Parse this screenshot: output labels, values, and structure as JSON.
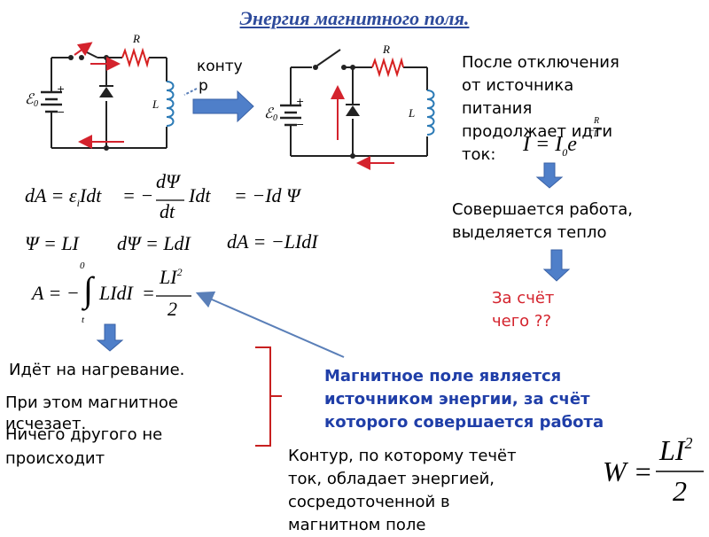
{
  "title": "Энергия магнитного поля.",
  "circuit1": {
    "label_R": "R",
    "label_L": "L",
    "label_E": "ℰ",
    "label_E_sub": "0",
    "plus": "+",
    "minus": "−"
  },
  "circuit2": {
    "label_R": "R",
    "label_L": "L",
    "label_E": "ℰ",
    "label_E_sub": "0",
    "plus": "+",
    "minus": "−"
  },
  "kontur": {
    "line1": "конту",
    "line2": "р"
  },
  "right_note": {
    "lines": [
      "После отключения",
      "от источника",
      "питания",
      "продолжает идти",
      "ток:"
    ],
    "formula_I": "I = I",
    "formula_sub": "0",
    "formula_e": "e",
    "formula_exp_num": "R",
    "formula_exp_den": "L",
    "formula_exp_sign": "−"
  },
  "work": {
    "line1": "Совершается работа,",
    "line2": "выделяется  тепло"
  },
  "question": {
    "line1": "За счёт",
    "line2": "чего ??"
  },
  "equations": {
    "eq1_a": "dA = ε",
    "eq1_sub": "i",
    "eq1_b": "Idt",
    "eq1_c": "= −",
    "eq1_num": "dΨ",
    "eq1_den": "dt",
    "eq1_d": "Idt",
    "eq1_e": "= −Id Ψ",
    "eq2_a": "Ψ = LI",
    "eq2_b": "dΨ = LdI",
    "eq2_c": "dA = −LIdI",
    "eq3_a": "A = −",
    "eq3_top": "0",
    "eq3_bottom": "t",
    "eq3_integrand": "LIdI",
    "eq3_eq": "=",
    "eq3_num": "LI",
    "eq3_num_sup": "2",
    "eq3_den": "2"
  },
  "left_notes": {
    "line1": "Идёт на нагревание.",
    "line2": "При этом магнитное",
    "line3": "исчезает.",
    "line4": "Ничего другого не",
    "line5": "происходит"
  },
  "magnetic": {
    "line1": "Магнитное поле является",
    "line2": "источником энергии, за счёт",
    "line3": "которого совершается работа"
  },
  "contour_energy": {
    "line1": "Контур, по которому течёт",
    "line2": "ток,  обладает энергией,",
    "line3": "сосредоточенной в",
    "line4": "магнитном поле"
  },
  "energy_formula": {
    "lhs": "W =",
    "num": "LI",
    "sup": "2",
    "den": "2"
  },
  "colors": {
    "title": "#2d4a9b",
    "arrow_fill": "#4f7fc9",
    "red": "#d4232d",
    "blue_text": "#1f3ea8",
    "resistor": "#d62020"
  }
}
